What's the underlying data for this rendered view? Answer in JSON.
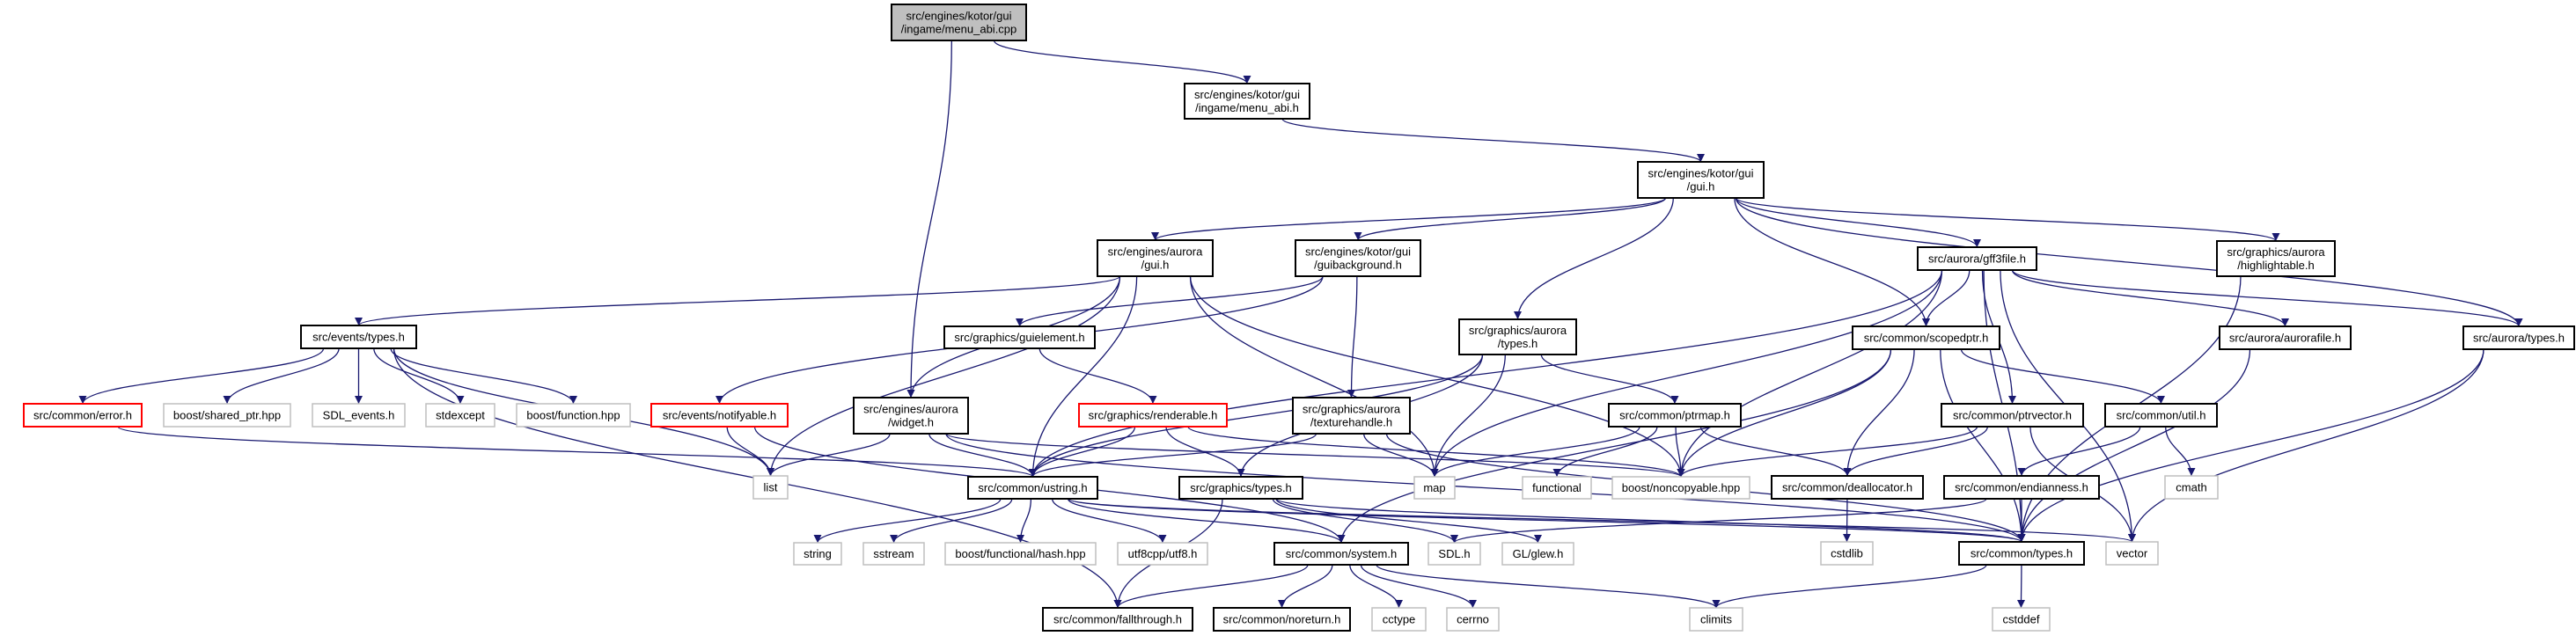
{
  "colors": {
    "edge": "#191970",
    "root_fill": "#bfbfbf",
    "documented_border": "#000000",
    "incomplete_border": "#ff0000",
    "external_border": "#bfbfbf"
  },
  "nodes": {
    "menu_abi_cpp": {
      "lines": [
        "src/engines/kotor/gui",
        "/ingame/menu_abi.cpp"
      ],
      "kind": "root"
    },
    "menu_abi_h": {
      "lines": [
        "src/engines/kotor/gui",
        "/ingame/menu_abi.h"
      ],
      "kind": "doc"
    },
    "kotor_gui_h": {
      "lines": [
        "src/engines/kotor/gui",
        "/gui.h"
      ],
      "kind": "doc"
    },
    "aurora_gui_h": {
      "lines": [
        "src/engines/aurora",
        "/gui.h"
      ],
      "kind": "doc"
    },
    "guibackground_h": {
      "lines": [
        "src/engines/kotor/gui",
        "/guibackground.h"
      ],
      "kind": "doc"
    },
    "gff3file_h": {
      "lines": [
        "src/aurora/gff3file.h"
      ],
      "kind": "doc"
    },
    "highlightable_h": {
      "lines": [
        "src/graphics/aurora",
        "/highlightable.h"
      ],
      "kind": "doc"
    },
    "events_types_h": {
      "lines": [
        "src/events/types.h"
      ],
      "kind": "doc"
    },
    "guielement_h": {
      "lines": [
        "src/graphics/guielement.h"
      ],
      "kind": "doc"
    },
    "gfx_aurora_types_h": {
      "lines": [
        "src/graphics/aurora",
        "/types.h"
      ],
      "kind": "doc"
    },
    "scopedptr_h": {
      "lines": [
        "src/common/scopedptr.h"
      ],
      "kind": "doc"
    },
    "aurorafile_h": {
      "lines": [
        "src/aurora/aurorafile.h"
      ],
      "kind": "doc"
    },
    "aurora_types_h": {
      "lines": [
        "src/aurora/types.h"
      ],
      "kind": "doc"
    },
    "error_h": {
      "lines": [
        "src/common/error.h"
      ],
      "kind": "incomplete"
    },
    "shared_ptr_hpp": {
      "lines": [
        "boost/shared_ptr.hpp"
      ],
      "kind": "ext"
    },
    "sdl_events_h": {
      "lines": [
        "SDL_events.h"
      ],
      "kind": "ext"
    },
    "stdexcept": {
      "lines": [
        "stdexcept"
      ],
      "kind": "ext"
    },
    "function_hpp": {
      "lines": [
        "boost/function.hpp"
      ],
      "kind": "ext"
    },
    "notifyable_h": {
      "lines": [
        "src/events/notifyable.h"
      ],
      "kind": "incomplete"
    },
    "widget_h": {
      "lines": [
        "src/engines/aurora",
        "/widget.h"
      ],
      "kind": "doc"
    },
    "renderable_h": {
      "lines": [
        "src/graphics/renderable.h"
      ],
      "kind": "incomplete"
    },
    "texturehandle_h": {
      "lines": [
        "src/graphics/aurora",
        "/texturehandle.h"
      ],
      "kind": "doc"
    },
    "ptrmap_h": {
      "lines": [
        "src/common/ptrmap.h"
      ],
      "kind": "doc"
    },
    "ptrvector_h": {
      "lines": [
        "src/common/ptrvector.h"
      ],
      "kind": "doc"
    },
    "util_h": {
      "lines": [
        "src/common/util.h"
      ],
      "kind": "doc"
    },
    "list": {
      "lines": [
        "list"
      ],
      "kind": "ext"
    },
    "ustring_h": {
      "lines": [
        "src/common/ustring.h"
      ],
      "kind": "doc"
    },
    "gfx_types_h": {
      "lines": [
        "src/graphics/types.h"
      ],
      "kind": "doc"
    },
    "map": {
      "lines": [
        "map"
      ],
      "kind": "ext"
    },
    "functional": {
      "lines": [
        "functional"
      ],
      "kind": "ext"
    },
    "noncopyable_hpp": {
      "lines": [
        "boost/noncopyable.hpp"
      ],
      "kind": "ext"
    },
    "deallocator_h": {
      "lines": [
        "src/common/deallocator.h"
      ],
      "kind": "doc"
    },
    "endianness_h": {
      "lines": [
        "src/common/endianness.h"
      ],
      "kind": "doc"
    },
    "cmath": {
      "lines": [
        "cmath"
      ],
      "kind": "ext"
    },
    "string": {
      "lines": [
        "string"
      ],
      "kind": "ext"
    },
    "sstream": {
      "lines": [
        "sstream"
      ],
      "kind": "ext"
    },
    "hash_hpp": {
      "lines": [
        "boost/functional/hash.hpp"
      ],
      "kind": "ext"
    },
    "utf8_h": {
      "lines": [
        "utf8cpp/utf8.h"
      ],
      "kind": "ext"
    },
    "system_h": {
      "lines": [
        "src/common/system.h"
      ],
      "kind": "doc"
    },
    "sdl_h": {
      "lines": [
        "SDL.h"
      ],
      "kind": "ext"
    },
    "glew_h": {
      "lines": [
        "GL/glew.h"
      ],
      "kind": "ext"
    },
    "cstdlib": {
      "lines": [
        "cstdlib"
      ],
      "kind": "ext"
    },
    "common_types_h": {
      "lines": [
        "src/common/types.h"
      ],
      "kind": "doc"
    },
    "vector": {
      "lines": [
        "vector"
      ],
      "kind": "ext"
    },
    "fallthrough_h": {
      "lines": [
        "src/common/fallthrough.h"
      ],
      "kind": "doc"
    },
    "noreturn_h": {
      "lines": [
        "src/common/noreturn.h"
      ],
      "kind": "doc"
    },
    "cctype": {
      "lines": [
        "cctype"
      ],
      "kind": "ext"
    },
    "cerrno": {
      "lines": [
        "cerrno"
      ],
      "kind": "ext"
    },
    "climits": {
      "lines": [
        "climits"
      ],
      "kind": "ext"
    },
    "cstddef": {
      "lines": [
        "cstddef"
      ],
      "kind": "ext"
    }
  },
  "edges": [
    [
      "menu_abi_cpp",
      "menu_abi_h"
    ],
    [
      "menu_abi_cpp",
      "widget_h"
    ],
    [
      "menu_abi_h",
      "kotor_gui_h"
    ],
    [
      "kotor_gui_h",
      "aurora_gui_h"
    ],
    [
      "kotor_gui_h",
      "guibackground_h"
    ],
    [
      "kotor_gui_h",
      "gfx_aurora_types_h"
    ],
    [
      "kotor_gui_h",
      "gff3file_h"
    ],
    [
      "kotor_gui_h",
      "scopedptr_h"
    ],
    [
      "kotor_gui_h",
      "highlightable_h"
    ],
    [
      "kotor_gui_h",
      "aurora_types_h"
    ],
    [
      "aurora_gui_h",
      "events_types_h"
    ],
    [
      "aurora_gui_h",
      "widget_h"
    ],
    [
      "aurora_gui_h",
      "ustring_h"
    ],
    [
      "aurora_gui_h",
      "map"
    ],
    [
      "aurora_gui_h",
      "list"
    ],
    [
      "aurora_gui_h",
      "noncopyable_hpp"
    ],
    [
      "guibackground_h",
      "guielement_h"
    ],
    [
      "guibackground_h",
      "texturehandle_h"
    ],
    [
      "guibackground_h",
      "notifyable_h"
    ],
    [
      "events_types_h",
      "error_h"
    ],
    [
      "events_types_h",
      "shared_ptr_hpp"
    ],
    [
      "events_types_h",
      "sdl_events_h"
    ],
    [
      "events_types_h",
      "stdexcept"
    ],
    [
      "events_types_h",
      "function_hpp"
    ],
    [
      "events_types_h",
      "list"
    ],
    [
      "events_types_h",
      "fallthrough_h"
    ],
    [
      "error_h",
      "ustring_h"
    ],
    [
      "notifyable_h",
      "list"
    ],
    [
      "notifyable_h",
      "system_h"
    ],
    [
      "widget_h",
      "list"
    ],
    [
      "widget_h",
      "ustring_h"
    ],
    [
      "widget_h",
      "noncopyable_hpp"
    ],
    [
      "widget_h",
      "common_types_h"
    ],
    [
      "guielement_h",
      "renderable_h"
    ],
    [
      "renderable_h",
      "ustring_h"
    ],
    [
      "renderable_h",
      "gfx_types_h"
    ],
    [
      "renderable_h",
      "noncopyable_hpp"
    ],
    [
      "gfx_aurora_types_h",
      "ustring_h"
    ],
    [
      "gfx_aurora_types_h",
      "gfx_types_h"
    ],
    [
      "gfx_aurora_types_h",
      "map"
    ],
    [
      "gfx_aurora_types_h",
      "ptrmap_h"
    ],
    [
      "texturehandle_h",
      "ustring_h"
    ],
    [
      "texturehandle_h",
      "map"
    ],
    [
      "texturehandle_h",
      "common_types_h"
    ],
    [
      "ptrmap_h",
      "map"
    ],
    [
      "ptrmap_h",
      "functional"
    ],
    [
      "ptrmap_h",
      "noncopyable_hpp"
    ],
    [
      "ptrmap_h",
      "deallocator_h"
    ],
    [
      "ustring_h",
      "string"
    ],
    [
      "ustring_h",
      "sstream"
    ],
    [
      "ustring_h",
      "hash_hpp"
    ],
    [
      "ustring_h",
      "utf8_h"
    ],
    [
      "ustring_h",
      "system_h"
    ],
    [
      "ustring_h",
      "common_types_h"
    ],
    [
      "ustring_h",
      "vector"
    ],
    [
      "gfx_types_h",
      "fallthrough_h"
    ],
    [
      "gfx_types_h",
      "sdl_h"
    ],
    [
      "gfx_types_h",
      "glew_h"
    ],
    [
      "gfx_types_h",
      "common_types_h"
    ],
    [
      "system_h",
      "fallthrough_h"
    ],
    [
      "system_h",
      "noreturn_h"
    ],
    [
      "system_h",
      "cctype"
    ],
    [
      "system_h",
      "cerrno"
    ],
    [
      "system_h",
      "climits"
    ],
    [
      "gff3file_h",
      "ustring_h"
    ],
    [
      "gff3file_h",
      "map"
    ],
    [
      "gff3file_h",
      "noncopyable_hpp"
    ],
    [
      "gff3file_h",
      "scopedptr_h"
    ],
    [
      "gff3file_h",
      "ptrvector_h"
    ],
    [
      "gff3file_h",
      "aurorafile_h"
    ],
    [
      "gff3file_h",
      "aurora_types_h"
    ],
    [
      "gff3file_h",
      "common_types_h"
    ],
    [
      "gff3file_h",
      "vector"
    ],
    [
      "scopedptr_h",
      "system_h"
    ],
    [
      "scopedptr_h",
      "noncopyable_hpp"
    ],
    [
      "scopedptr_h",
      "deallocator_h"
    ],
    [
      "scopedptr_h",
      "util_h"
    ],
    [
      "scopedptr_h",
      "common_types_h"
    ],
    [
      "ptrvector_h",
      "noncopyable_hpp"
    ],
    [
      "ptrvector_h",
      "deallocator_h"
    ],
    [
      "ptrvector_h",
      "vector"
    ],
    [
      "util_h",
      "endianness_h"
    ],
    [
      "util_h",
      "cmath"
    ],
    [
      "endianness_h",
      "common_types_h"
    ],
    [
      "endianness_h",
      "sdl_h"
    ],
    [
      "deallocator_h",
      "cstdlib"
    ],
    [
      "aurorafile_h",
      "common_types_h"
    ],
    [
      "aurora_types_h",
      "common_types_h"
    ],
    [
      "aurora_types_h",
      "vector"
    ],
    [
      "highlightable_h",
      "common_types_h"
    ],
    [
      "common_types_h",
      "climits"
    ],
    [
      "common_types_h",
      "cstddef"
    ]
  ]
}
